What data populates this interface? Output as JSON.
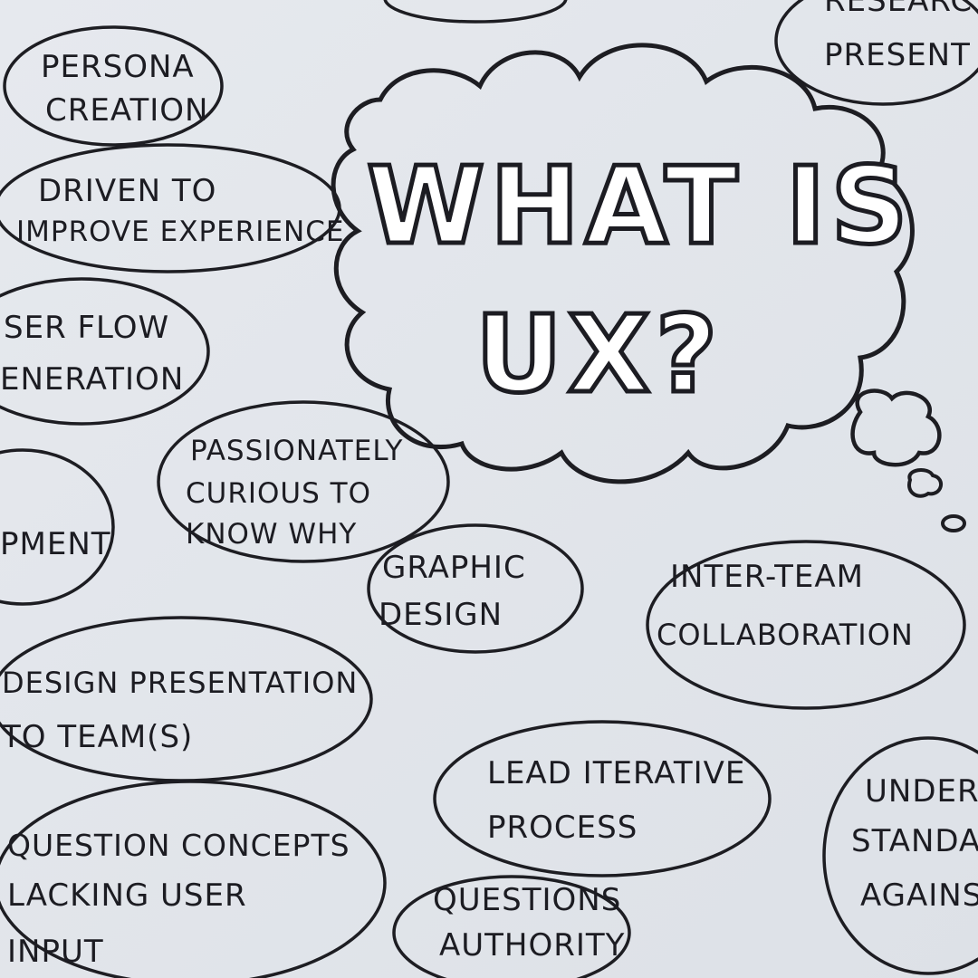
{
  "title": {
    "line1": "WHAT IS",
    "line2": "UX?"
  },
  "bubbles": {
    "persona": [
      "PERSONA",
      "CREATION"
    ],
    "driven": [
      "DRIVEN TO",
      "IMPROVE EXPERIENCE"
    ],
    "userflow": [
      "SER FLOW",
      "ENERATION"
    ],
    "passion": [
      "PASSIONATELY",
      "CURIOUS TO",
      "KNOW WHY"
    ],
    "development": [
      "PMENT"
    ],
    "graphic": [
      "GRAPHIC",
      "DESIGN"
    ],
    "interteam": [
      "INTER-TEAM",
      "COLLABORATION"
    ],
    "designpres": [
      "DESIGN PRESENTATION",
      "TO TEAM(S)"
    ],
    "lead": [
      "LEAD ITERATIVE",
      "PROCESS"
    ],
    "understand": [
      "UNDERS",
      "STANDA",
      "AGAINS"
    ],
    "question": [
      "QUESTION CONCEPTS",
      "LACKING USER",
      "INPUT"
    ],
    "authority": [
      "QUESTIONS",
      "AUTHORITY"
    ],
    "research": [
      "RESEARC",
      "PRESENT"
    ]
  },
  "colors": {
    "ink": "#1c1c22",
    "paper": "#e3e6eb"
  }
}
